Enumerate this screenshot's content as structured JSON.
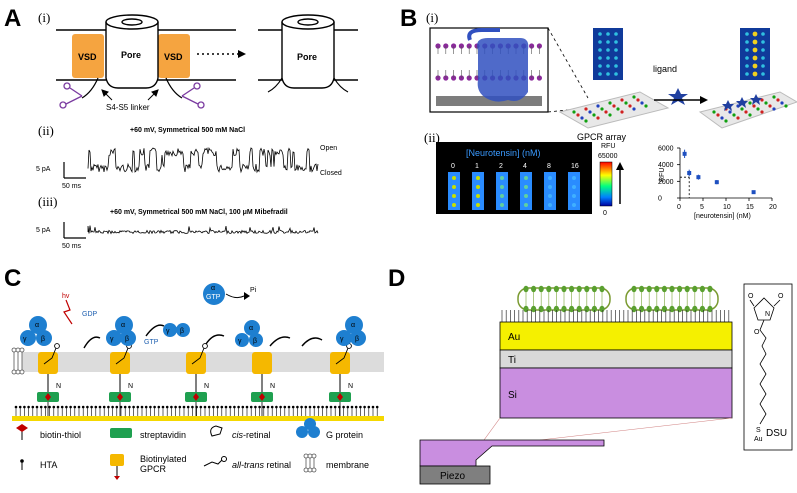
{
  "panels": {
    "a": "A",
    "b": "B",
    "c": "C",
    "d": "D"
  },
  "a": {
    "sub_i": "(i)",
    "sub_ii": "(ii)",
    "sub_iii": "(iii)",
    "vsd": "VSD",
    "pore": "Pore",
    "linker": "S4-S5 linker",
    "trace_ii_title": "+60 mV, Symmetrical 500 mM NaCl",
    "trace_iii_title": "+60 mV, Symmetrical 500 mM NaCl, 100 μM Mibefradil",
    "open": "Open",
    "closed": "Closed",
    "scale_pa": "5 pA",
    "scale_ms": "50 ms"
  },
  "b": {
    "sub_i": "(i)",
    "sub_ii": "(ii)",
    "ligand": "ligand",
    "gpcr_array": "GPCR array",
    "neurotensin_title": "[Neurotensin] (nM)",
    "concentrations": [
      "0",
      "1",
      "2",
      "4",
      "8",
      "16"
    ],
    "rfu": "RFU",
    "rfu_max": "65000",
    "rfu_min": "0",
    "chart_ylabel": "RFU",
    "chart_xlabel": "[neurotensin] (nM)",
    "y_ticks": [
      "6000",
      "4000",
      "2000",
      "0"
    ],
    "x_ticks": [
      "0",
      "5",
      "10",
      "15",
      "20"
    ]
  },
  "c": {
    "hv": "hv",
    "gdp": "GDP",
    "gtp": "GTP",
    "gtp2": "GTP",
    "pi": "Pi",
    "n": "N",
    "legend": {
      "biotin_thiol": "biotin-thiol",
      "streptavidin": "streptavidin",
      "cis_retinal": "cis-retinal",
      "cis_italic": "cis",
      "cis_rest": "-retinal",
      "g_protein": "G protein",
      "hta": "HTA",
      "biotinylated_gpcr_1": "Biotinylated",
      "biotinylated_gpcr_2": "GPCR",
      "trans_italic": "all-trans",
      "trans_rest": " retinal",
      "membrane": "membrane"
    },
    "alpha": "α",
    "beta": "β",
    "gamma": "γ"
  },
  "d": {
    "au": "Au",
    "ti": "Ti",
    "si": "Si",
    "piezo": "Piezo",
    "dsu": "DSU",
    "s": "S",
    "au_small": "Au",
    "o": "O",
    "n": "N"
  },
  "chart_data": {
    "type": "scatter",
    "title": "",
    "xlabel": "[neurotensin] (nM)",
    "ylabel": "RFU",
    "xlim": [
      0,
      20
    ],
    "ylim": [
      0,
      6000
    ],
    "x": [
      1,
      2,
      4,
      8,
      16
    ],
    "y": [
      5300,
      3000,
      2500,
      1900,
      700
    ],
    "errors": [
      500,
      400,
      300,
      250,
      200
    ],
    "dotted_guide": {
      "x": 2,
      "y": 2500
    },
    "grid": false
  },
  "colors": {
    "vsd": "#f5a440",
    "membrane_head": "#8a2a9a",
    "gpcr_blue": "#3050c0",
    "g_protein": "#1e7fd0",
    "gpcr_gold": "#f5b800",
    "streptavidin": "#1fa050",
    "au": "#f5f000",
    "ti": "#d9d9d9",
    "si": "#c98ee0",
    "piezo": "#7f7f7f",
    "arrow_red": "#c00000"
  }
}
